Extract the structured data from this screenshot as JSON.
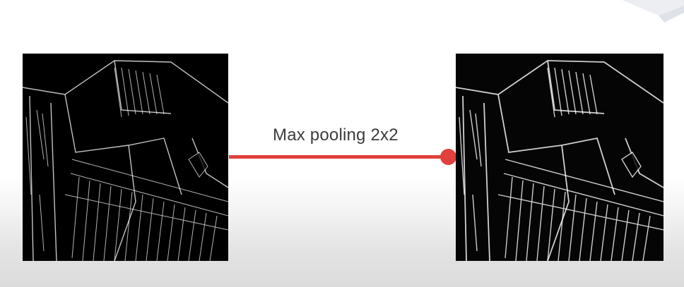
{
  "operation_label": "Max pooling 2x2",
  "connector_color": "#e0413c",
  "input_image": {
    "icon": "edge-filtered-staircase-image"
  },
  "output_image": {
    "icon": "pooled-staircase-image"
  }
}
